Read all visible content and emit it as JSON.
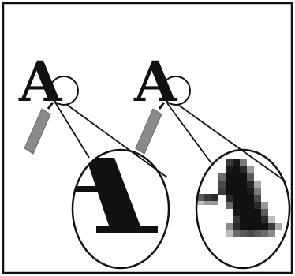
{
  "figure": {
    "left_panel": {
      "letter": "A",
      "kind": "vector",
      "stroke_color": "#111111",
      "handle_color": "#8a8a8a"
    },
    "right_panel": {
      "letter": "A",
      "kind": "bitmap",
      "stroke_color": "#111111",
      "handle_color": "#8a8a8a"
    },
    "frame_color": "#111111",
    "background_color": "#ffffff"
  }
}
